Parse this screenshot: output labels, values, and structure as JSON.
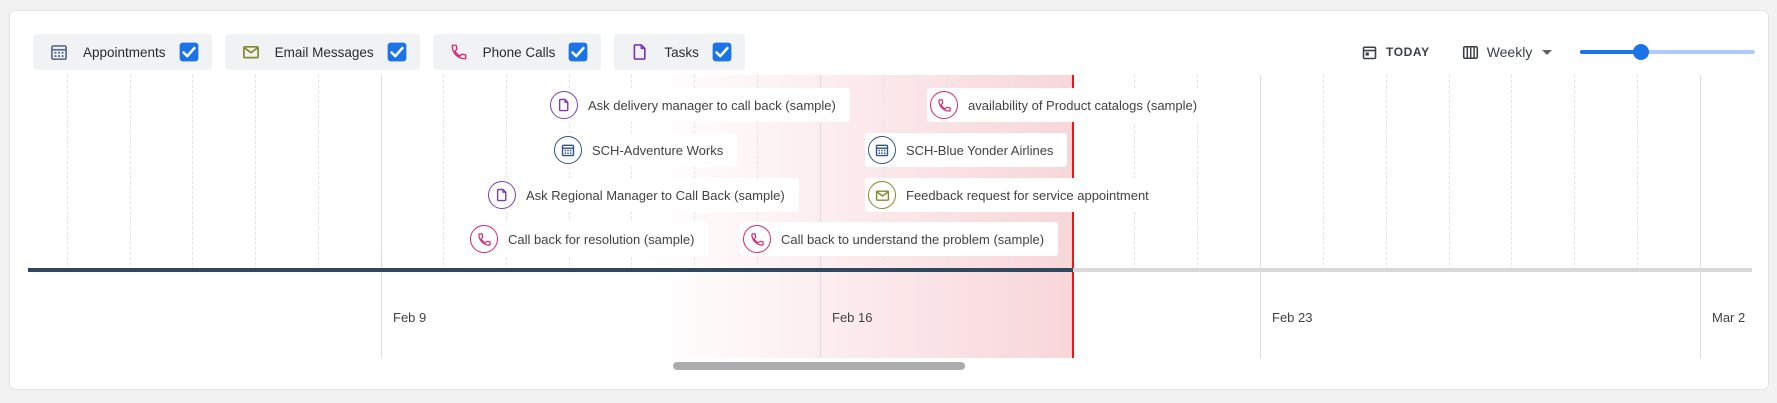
{
  "toolbar": {
    "filters": [
      {
        "label": "Appointments",
        "icon": "calendar-icon",
        "checked": true,
        "color": "#5b6b8c"
      },
      {
        "label": "Email Messages",
        "icon": "envelope-icon",
        "checked": true,
        "color": "#82892f"
      },
      {
        "label": "Phone Calls",
        "icon": "phone-icon",
        "checked": true,
        "color": "#d62670"
      },
      {
        "label": "Tasks",
        "icon": "task-icon",
        "checked": true,
        "color": "#7d3cb5"
      }
    ],
    "today_label": "TODAY",
    "view_selector": {
      "value": "Weekly"
    },
    "zoom_slider": {
      "position_percent": 31,
      "accent_color": "#1a73e8",
      "track_color": "#aecbfa"
    }
  },
  "timeline": {
    "axis_labels": [
      {
        "label": "Feb 9"
      },
      {
        "label": "Feb 16"
      },
      {
        "label": "Feb 23"
      },
      {
        "label": "Mar 2"
      }
    ],
    "events": [
      {
        "type": "task",
        "label": "Ask delivery manager to call back (sample)"
      },
      {
        "type": "phone_call",
        "label": "availability of Product catalogs (sample)"
      },
      {
        "type": "appointment",
        "label": "SCH-Adventure Works"
      },
      {
        "type": "appointment",
        "label": "SCH-Blue Yonder Airlines"
      },
      {
        "type": "task",
        "label": "Ask Regional Manager to Call Back (sample)"
      },
      {
        "type": "email",
        "label": "Feedback request for service appointment"
      },
      {
        "type": "phone_call",
        "label": "Call back for resolution (sample)"
      },
      {
        "type": "phone_call",
        "label": "Call back to understand the problem (sample)"
      }
    ],
    "colors": {
      "today_line": "#e8191c",
      "current_range_shade": "#f8d6da",
      "axis_line": "#31475f",
      "axis_line_future": "#d9d9d9",
      "task": "#7d3cb5",
      "phone_call": "#d62670",
      "appointment": "#2f5491",
      "email": "#82892f"
    }
  }
}
